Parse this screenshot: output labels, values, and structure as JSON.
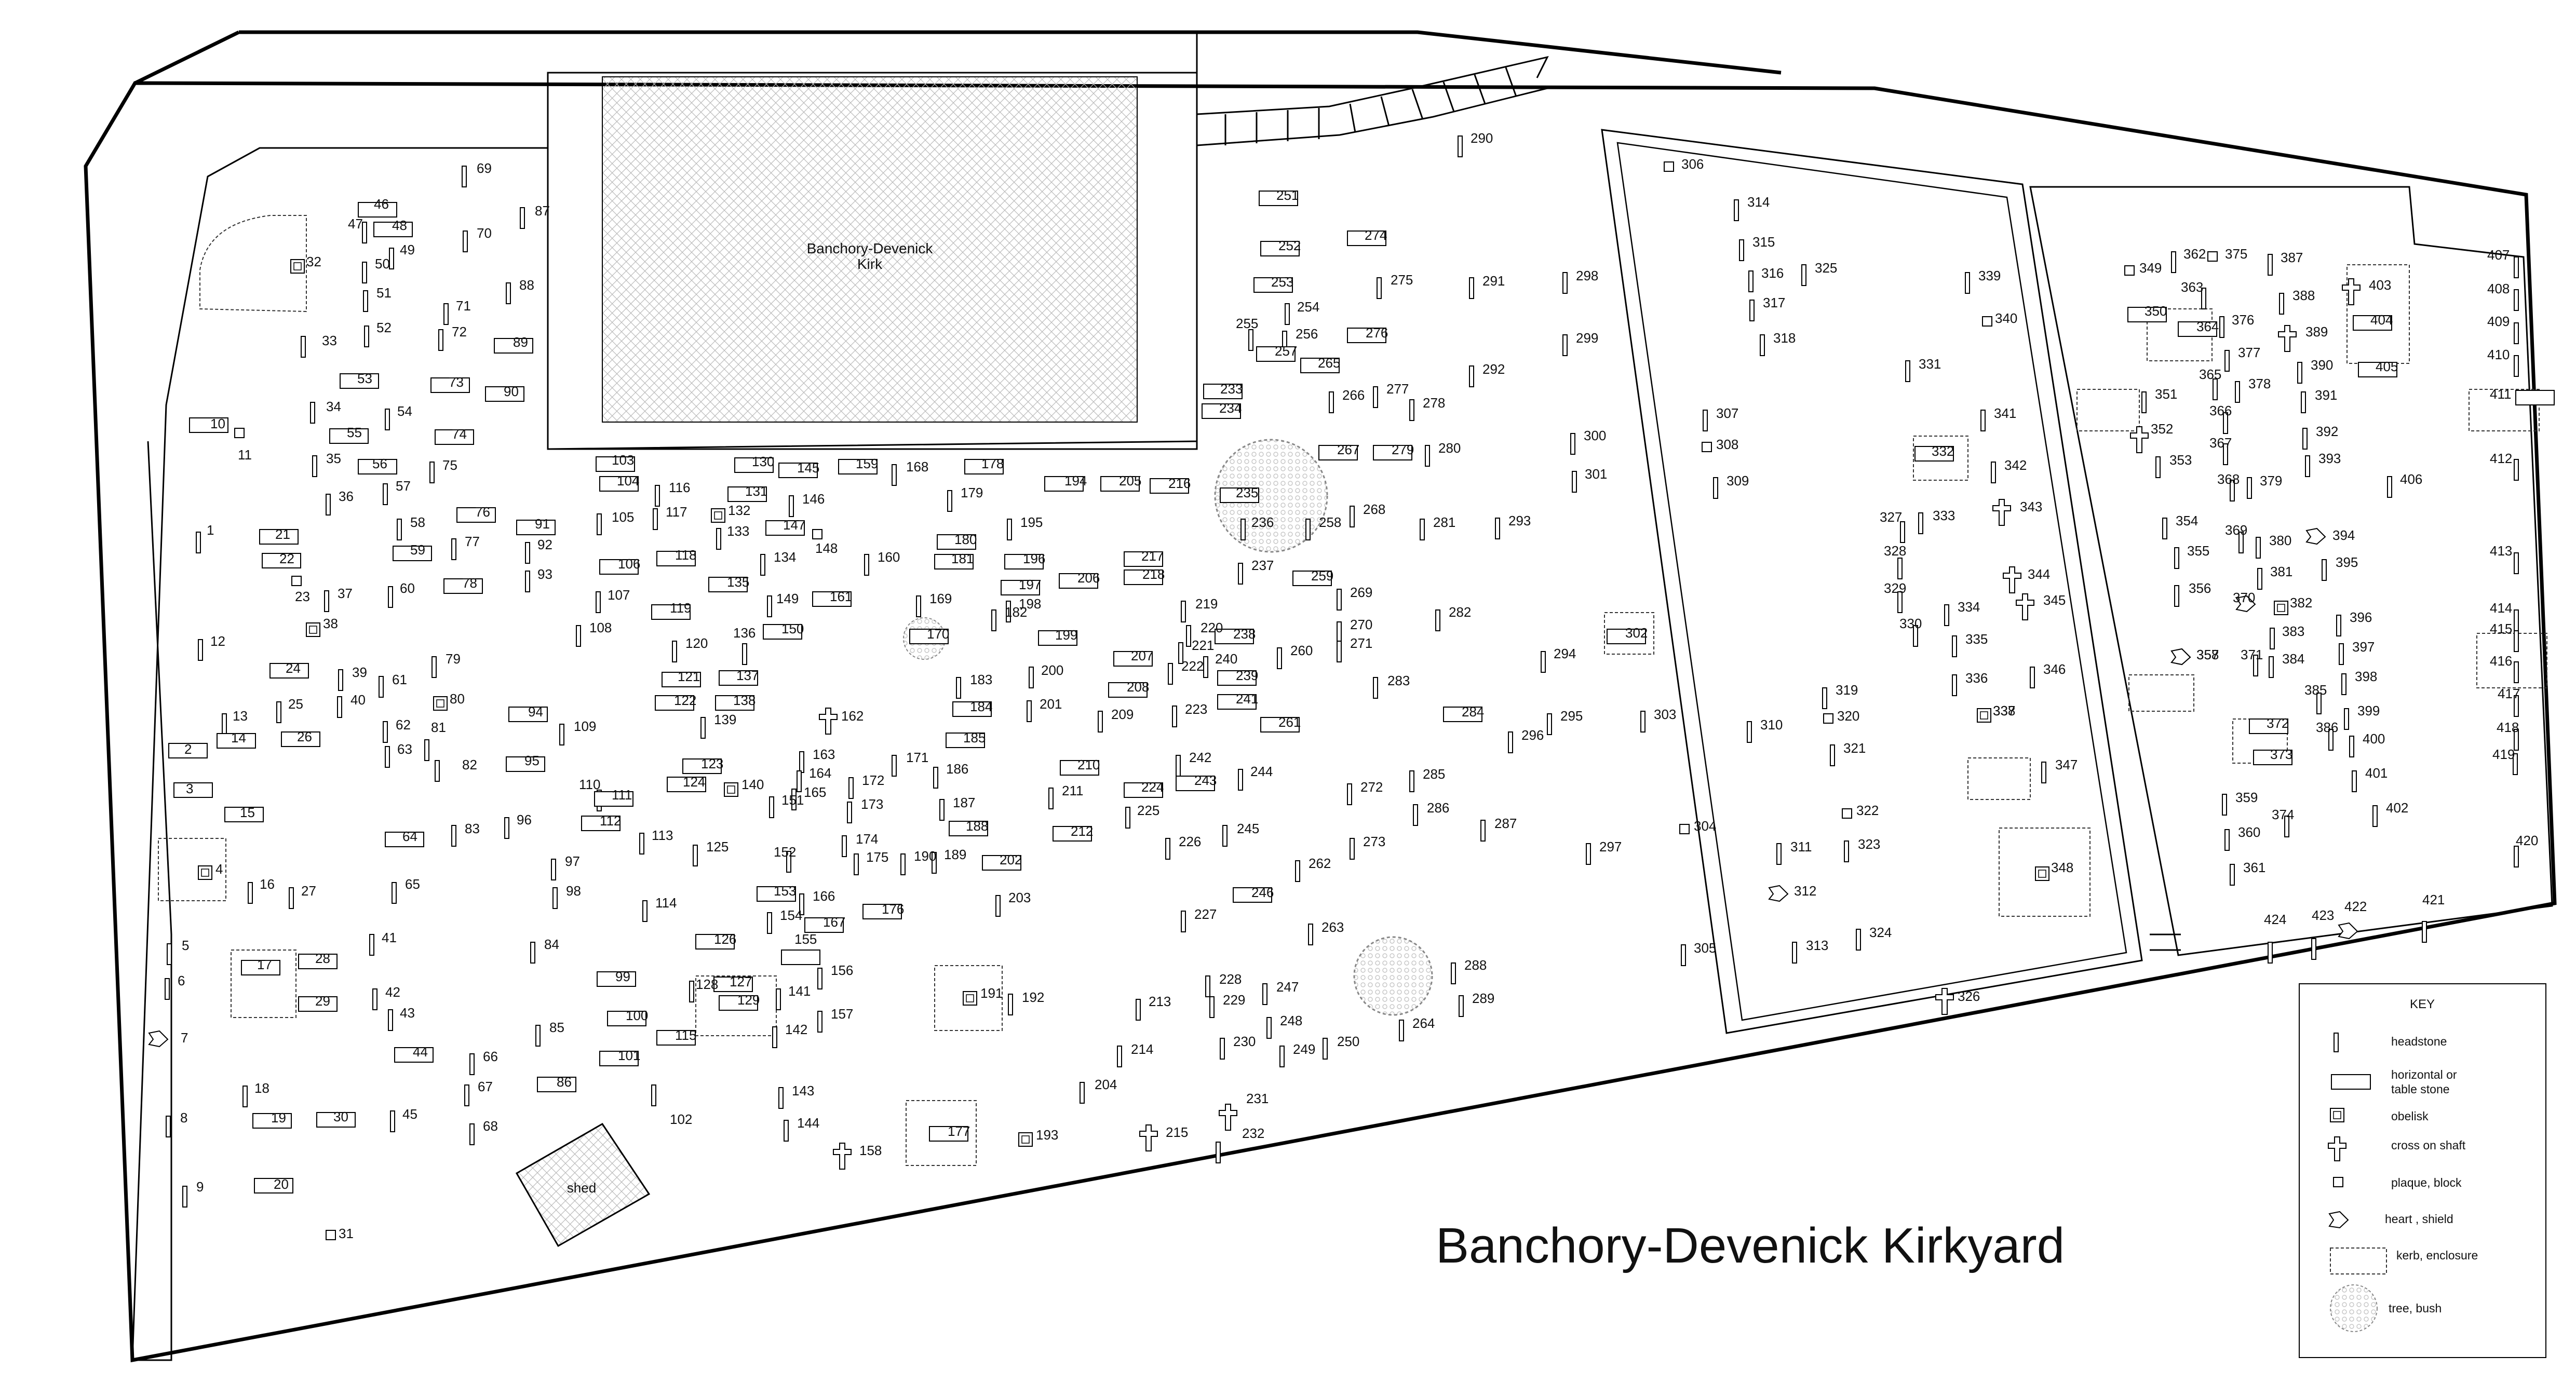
{
  "map": {
    "title": "Banchory-Devenick Kirkyard",
    "kirk_label_line1": "Banchory-Devenick",
    "kirk_label_line2": "Kirk",
    "shed_label": "shed"
  },
  "key": {
    "title": "KEY",
    "items": [
      {
        "symbol": "headstone",
        "label": "headstone"
      },
      {
        "symbol": "horizontal-or-table-stone",
        "label": "horizontal or",
        "label2": "table stone"
      },
      {
        "symbol": "obelisk",
        "label": "obelisk"
      },
      {
        "symbol": "cross-on-shaft",
        "label": "cross on shaft"
      },
      {
        "symbol": "plaque-block",
        "label": "plaque, block"
      },
      {
        "symbol": "heart-shield",
        "label": "heart , shield"
      },
      {
        "symbol": "kerb-enclosure",
        "label": "kerb, enclosure"
      },
      {
        "symbol": "tree-bush",
        "label": "tree, bush"
      }
    ]
  },
  "grave_ids": [
    "1",
    "2",
    "3",
    "4",
    "5",
    "6",
    "7",
    "8",
    "9",
    "10",
    "11",
    "12",
    "13",
    "14",
    "15",
    "16",
    "17",
    "18",
    "19",
    "20",
    "21",
    "22",
    "23",
    "24",
    "25",
    "26",
    "27",
    "28",
    "29",
    "30",
    "31",
    "32",
    "33",
    "34",
    "35",
    "36",
    "37",
    "38",
    "39",
    "40",
    "41",
    "42",
    "43",
    "44",
    "45",
    "46",
    "47",
    "48",
    "49",
    "50",
    "51",
    "52",
    "53",
    "54",
    "55",
    "56",
    "57",
    "58",
    "59",
    "60",
    "61",
    "62",
    "63",
    "64",
    "65",
    "66",
    "67",
    "68",
    "69",
    "70",
    "71",
    "72",
    "73",
    "74",
    "75",
    "76",
    "77",
    "78",
    "79",
    "80",
    "81",
    "82",
    "83",
    "84",
    "85",
    "86",
    "87",
    "88",
    "89",
    "90",
    "91",
    "92",
    "93",
    "94",
    "95",
    "96",
    "97",
    "98",
    "99",
    "100",
    "101",
    "102",
    "103",
    "104",
    "105",
    "106",
    "107",
    "108",
    "109",
    "110",
    "111",
    "112",
    "113",
    "114",
    "115",
    "116",
    "117",
    "118",
    "119",
    "120",
    "121",
    "122",
    "123",
    "124",
    "125",
    "126",
    "127",
    "128",
    "129",
    "130",
    "131",
    "132",
    "133",
    "134",
    "135",
    "136",
    "137",
    "138",
    "139",
    "140",
    "141",
    "142",
    "143",
    "144",
    "145",
    "146",
    "147",
    "148",
    "149",
    "150",
    "151",
    "152",
    "153",
    "154",
    "155",
    "156",
    "157",
    "158",
    "159",
    "160",
    "161",
    "162",
    "163",
    "164",
    "165",
    "166",
    "167",
    "168",
    "169",
    "170",
    "171",
    "172",
    "173",
    "174",
    "175",
    "176",
    "177",
    "178",
    "179",
    "180",
    "181",
    "182",
    "183",
    "184",
    "185",
    "186",
    "187",
    "188",
    "189",
    "190",
    "191",
    "192",
    "193",
    "194",
    "195",
    "196",
    "197",
    "198",
    "199",
    "200",
    "201",
    "202",
    "203",
    "204",
    "205",
    "206",
    "207",
    "208",
    "209",
    "210",
    "211",
    "212",
    "213",
    "214",
    "215",
    "216",
    "217",
    "218",
    "219",
    "220",
    "221",
    "222",
    "223",
    "224",
    "225",
    "226",
    "227",
    "228",
    "229",
    "230",
    "231",
    "232",
    "233",
    "234",
    "235",
    "236",
    "237",
    "238",
    "239",
    "240",
    "241",
    "242",
    "243",
    "244",
    "245",
    "246",
    "247",
    "248",
    "249",
    "250",
    "251",
    "252",
    "253",
    "254",
    "255",
    "256",
    "257",
    "258",
    "259",
    "260",
    "261",
    "262",
    "263",
    "264",
    "265",
    "266",
    "267",
    "268",
    "269",
    "270",
    "271",
    "272",
    "273",
    "274",
    "275",
    "276",
    "277",
    "278",
    "279",
    "280",
    "281",
    "282",
    "283",
    "284",
    "285",
    "286",
    "287",
    "288",
    "289",
    "290",
    "291",
    "292",
    "293",
    "294",
    "295",
    "296",
    "297",
    "298",
    "299",
    "300",
    "301",
    "302",
    "303",
    "304",
    "305",
    "306",
    "307",
    "308",
    "309",
    "310",
    "311",
    "312",
    "313",
    "314",
    "315",
    "316",
    "317",
    "318",
    "319",
    "320",
    "321",
    "322",
    "323",
    "324",
    "325",
    "326",
    "327",
    "328",
    "329",
    "330",
    "331",
    "332",
    "333",
    "334",
    "335",
    "336",
    "337",
    "338",
    "339",
    "340",
    "341",
    "342",
    "343",
    "344",
    "345",
    "346",
    "347",
    "348",
    "349",
    "350",
    "351",
    "352",
    "353",
    "354",
    "355",
    "356",
    "357",
    "358",
    "359",
    "360",
    "361",
    "362",
    "363",
    "364",
    "365",
    "366",
    "367",
    "368",
    "369",
    "370",
    "371",
    "372",
    "373",
    "374",
    "375",
    "376",
    "377",
    "378",
    "379",
    "380",
    "381",
    "382",
    "383",
    "384",
    "385",
    "386",
    "387",
    "388",
    "389",
    "390",
    "391",
    "392",
    "393",
    "394",
    "395",
    "396",
    "397",
    "398",
    "399",
    "400",
    "401",
    "402",
    "403",
    "404",
    "405",
    "406",
    "407",
    "408",
    "409",
    "410",
    "411",
    "412",
    "413",
    "414",
    "415",
    "416",
    "417",
    "418",
    "419",
    "420",
    "421",
    "422",
    "423",
    "424"
  ]
}
